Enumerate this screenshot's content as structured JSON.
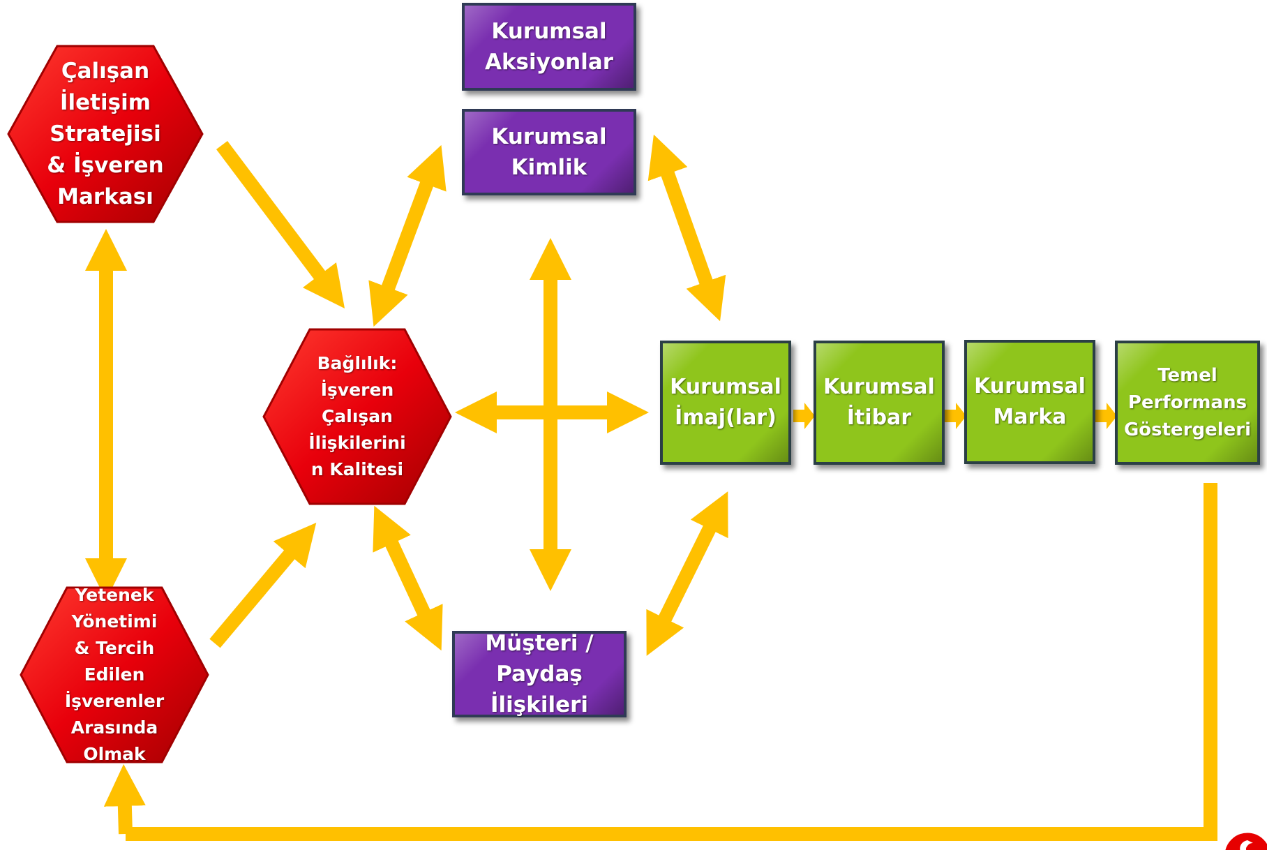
{
  "nodes": {
    "communication_strategy": [
      "Çalışan",
      "İletişim",
      "Stratejisi",
      "& İşveren",
      "Markası"
    ],
    "engagement": [
      "Bağlılık:",
      "İşveren",
      "Çalışan",
      "İlişkilerini",
      "n Kalitesi"
    ],
    "talent_management": [
      "Yetenek",
      "Yönetimi",
      "& Tercih",
      "Edilen",
      "İşverenler",
      "Arasında",
      "Olmak"
    ],
    "corporate_actions": [
      "Kurumsal",
      "Aksiyonlar"
    ],
    "corporate_identity": [
      "Kurumsal",
      "Kimlik"
    ],
    "customer_relations": [
      "Müşteri /",
      "Paydaş",
      "İlişkileri"
    ],
    "corporate_image": [
      "Kurumsal",
      "İmaj(lar)"
    ],
    "corporate_reputation": [
      "Kurumsal",
      "İtibar"
    ],
    "corporate_brand": [
      "Kurumsal",
      "Marka"
    ],
    "kpi": [
      "Temel",
      "Performans",
      "Göstergeleri"
    ]
  },
  "colors": {
    "red": "#e8000b",
    "purple": "#7a2fb0",
    "green": "#8fc51c",
    "arrow": "#ffc000"
  },
  "icons": {
    "logo": "vodafone-logo-icon"
  }
}
